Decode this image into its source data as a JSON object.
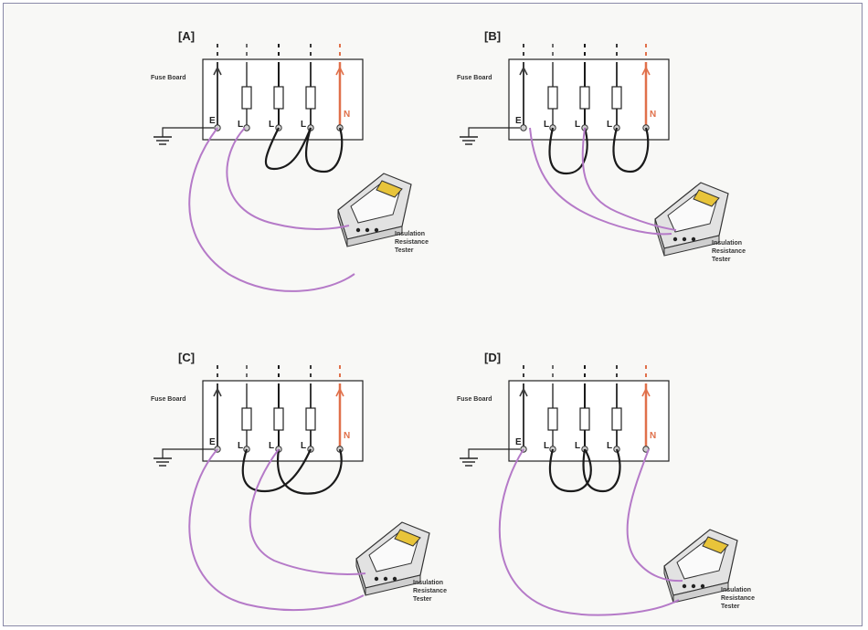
{
  "panels": [
    {
      "tag": "[A]",
      "board_label": "Fuse Board",
      "terminals": {
        "e": "E",
        "l1": "L",
        "l2": "L",
        "l3": "L",
        "n": "N"
      },
      "tester_label": [
        "Insulation",
        "Resistance",
        "Tester"
      ]
    },
    {
      "tag": "[B]",
      "board_label": "Fuse Board",
      "terminals": {
        "e": "E",
        "l1": "L",
        "l2": "L",
        "l3": "L",
        "n": "N"
      },
      "tester_label": [
        "Insulation",
        "Resistance",
        "Tester"
      ]
    },
    {
      "tag": "[C]",
      "board_label": "Fuse Board",
      "terminals": {
        "e": "E",
        "l1": "L",
        "l2": "L",
        "l3": "L",
        "n": "N"
      },
      "tester_label": [
        "Insulation",
        "Resistance",
        "Tester"
      ]
    },
    {
      "tag": "[D]",
      "board_label": "Fuse Board",
      "terminals": {
        "e": "E",
        "l1": "L",
        "l2": "L",
        "l3": "L",
        "n": "N"
      },
      "tester_label": [
        "Insulation",
        "Resistance",
        "Tester"
      ]
    }
  ],
  "colors": {
    "earth_wire": "#3a3a3a",
    "line_wire": "#6b6b6b",
    "neutral_wire": "#e0704a",
    "link_wire": "#1a1a1a",
    "test_lead": "#b57ac8",
    "meter_screen": "#e8c43a",
    "frame": "#8a8aa8"
  },
  "icons": [
    "ground-symbol-icon",
    "fuse-icon",
    "insulation-tester-icon"
  ]
}
